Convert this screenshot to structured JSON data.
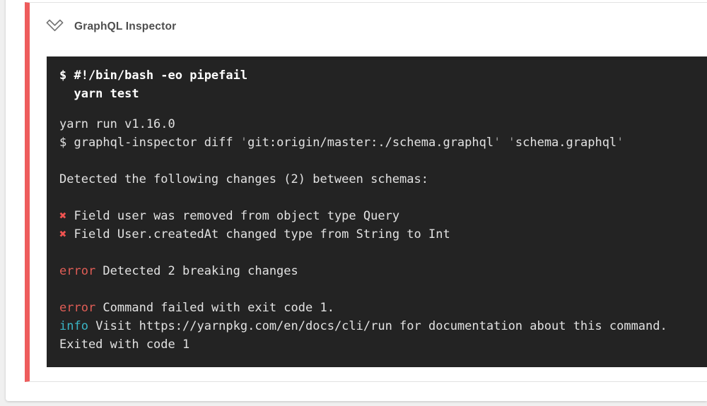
{
  "header": {
    "title": "GraphQL Inspector",
    "collapse_icon": "chevron-down-icon"
  },
  "colors": {
    "page_bg": "#f0f0f0",
    "panel_bg": "#ffffff",
    "card_border": "#e2e2e2",
    "accent_red": "#ee5c5c",
    "title_color": "#4e4e4e",
    "chevron_color": "#757575",
    "terminal_bg": "#232323",
    "terminal_text": "#e2e2e2",
    "terminal_bold_text": "#ffffff",
    "terminal_quote": "#989898",
    "terminal_error": "#e05d56",
    "terminal_mark": "#ef5350",
    "terminal_info": "#3ab5c6"
  },
  "terminal": {
    "command_lines": [
      {
        "segments": [
          {
            "text": "$ #!/bin/bash -eo pipefail",
            "role": "cmd"
          }
        ]
      },
      {
        "segments": [
          {
            "text": "  yarn test",
            "role": "cmd"
          }
        ]
      }
    ],
    "output_lines": [
      {
        "segments": [
          {
            "text": "yarn run v1.16.0",
            "role": "plain"
          }
        ]
      },
      {
        "segments": [
          {
            "text": "$ graphql-inspector diff ",
            "role": "plain"
          },
          {
            "text": "'",
            "role": "quote"
          },
          {
            "text": "git:origin/master:./schema.graphql",
            "role": "plain"
          },
          {
            "text": "'",
            "role": "quote"
          },
          {
            "text": " ",
            "role": "plain"
          },
          {
            "text": "'",
            "role": "quote"
          },
          {
            "text": "schema.graphql",
            "role": "plain"
          },
          {
            "text": "'",
            "role": "quote"
          }
        ]
      },
      {
        "segments": [
          {
            "text": "",
            "role": "plain"
          }
        ]
      },
      {
        "segments": [
          {
            "text": "Detected the following changes (2) between schemas:",
            "role": "plain"
          }
        ]
      },
      {
        "segments": [
          {
            "text": "",
            "role": "plain"
          }
        ]
      },
      {
        "segments": [
          {
            "text": "✖",
            "role": "mark"
          },
          {
            "text": " Field user was removed from object type Query",
            "role": "plain"
          }
        ]
      },
      {
        "segments": [
          {
            "text": "✖",
            "role": "mark"
          },
          {
            "text": " Field User.createdAt changed type from String to Int",
            "role": "plain"
          }
        ]
      },
      {
        "segments": [
          {
            "text": "",
            "role": "plain"
          }
        ]
      },
      {
        "segments": [
          {
            "text": "error",
            "role": "error"
          },
          {
            "text": " Detected 2 breaking changes",
            "role": "plain"
          }
        ]
      },
      {
        "segments": [
          {
            "text": "",
            "role": "plain"
          }
        ]
      },
      {
        "segments": [
          {
            "text": "error",
            "role": "error"
          },
          {
            "text": " Command failed with exit code 1.",
            "role": "plain"
          }
        ]
      },
      {
        "segments": [
          {
            "text": "info",
            "role": "info"
          },
          {
            "text": " Visit https://yarnpkg.com/en/docs/cli/run for documentation about this command.",
            "role": "plain"
          }
        ]
      },
      {
        "segments": [
          {
            "text": "Exited with code 1",
            "role": "plain"
          }
        ]
      }
    ]
  }
}
